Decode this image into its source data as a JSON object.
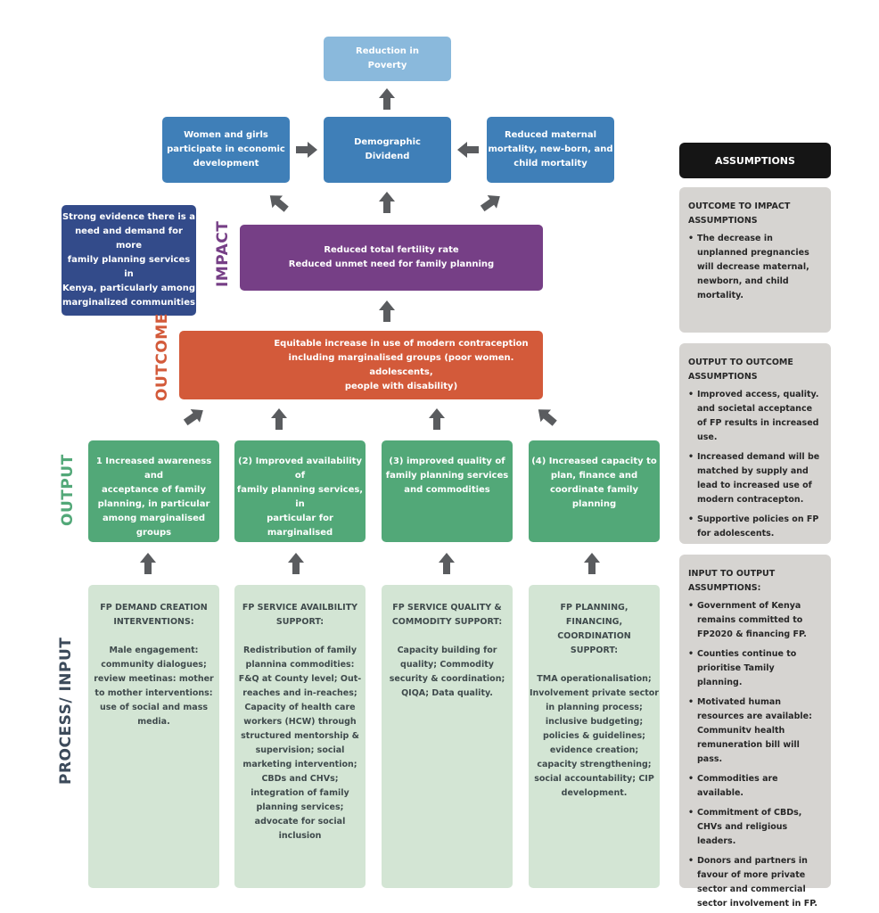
{
  "colors": {
    "impact_upper_blue": "#3f7fb8",
    "poverty_blue": "#8ab9dc",
    "evidence_navy": "#334b8a",
    "impact_purple": "#763f86",
    "outcome_orange": "#d35a3a",
    "output_green": "#52a878",
    "input_lightgreen": "#d3e5d4",
    "assumptions_header": "#151515",
    "assumptions_box": "#d6d4d1",
    "arrow_gray": "#5a5c5f"
  },
  "levels": {
    "impact_label": "IMPACT",
    "outcome_label": "OUTCOME",
    "output_label": "OUTPUT",
    "input_label": "PROCESS/ INPUT"
  },
  "top": {
    "poverty": "Reduction in\nPoverty",
    "women": "Women and girls\nparticipate in economic\ndevelopment",
    "dividend": "Demographic\nDividend",
    "mortality": "Reduced maternal\nmortality, new-born, and\nchild mortality"
  },
  "evidence": "Strong evidence there is a\nneed and demand for more\nfamily planning services in\nKenya, particularly among\nmarginalized communities",
  "impact": "Reduced total fertility rate\nReduced unmet need for family planning",
  "outcome": "Equitable increase in use of modern contraception\nincluding marginalised groups (poor women. adolescents,\npeople with disability)",
  "outputs": [
    "1 Increased awareness and\nacceptance of family\nplanning, in particular\namong marginalised\ngroups",
    "(2) Improved availability of\nfamily planning services, in\nparticular for marginalised\ngroups",
    "(3) improved quality of\nfamily planning services\nand commodities",
    "(4) Increased capacity to\nplan, finance and\ncoordinate family planning"
  ],
  "inputs": [
    {
      "heading": "FP DEMAND CREATION\nINTERVENTIONS:",
      "body": "Male engagement:\ncommunity dialogues;\nreview meetinas: mother\nto mother interventions:\nuse of social and mass\nmedia."
    },
    {
      "heading": "FP SERVICE AVAILBILITY\nSUPPORT:",
      "body": "Redistribution of family\nplannina commodities:\nF&Q at County level; Out-\nreaches and in-reaches;\nCapacity of health care\nworkers (HCW) through\nstructured mentorship &\nsupervision; social\nmarketing intervention;\nCBDs and CHVs;\nintegration of family\nplanning services;\nadvocate for social\ninclusion"
    },
    {
      "heading": "FP SERVICE QUALITY &\nCOMMODITY SUPPORT:",
      "body": "Capacity building for\nquality; Commodity\nsecurity & coordination;\nQIQA; Data quality."
    },
    {
      "heading": "FP PLANNING,\nFINANCING,\nCOORDINATION\nSUPPORT:",
      "body": "TMA operationalisation;\nInvolvement private sector\nin planning process;\ninclusive budgeting;\npolicies & guidelines;\nevidence creation;\ncapacity strengthening;\nsocial accountability; CIP\ndevelopment."
    }
  ],
  "assumptions": {
    "header": "ASSUMPTIONS",
    "groups": [
      {
        "title": "OUTCOME TO IMPACT\nASSUMPTIONS",
        "items": [
          "The decrease in unplanned pregnancies will decrease maternal, newborn, and child mortality."
        ]
      },
      {
        "title": "OUTPUT TO OUTCOME\nASSUMPTIONS",
        "items": [
          "Improved access, quality. and societal acceptance of FP results in increased use.",
          "Increased demand will be matched by supply and lead to increased use of modern contracepton.",
          "Supportive policies on FP for adolescents."
        ]
      },
      {
        "title": "INPUT TO OUTPUT\nASSUMPTIONS:",
        "items": [
          "Government of Kenya remains committed to FP2020 & financing FP.",
          "Counties continue to prioritise Tamily planning.",
          "Motivated human resources are available: Communitv health remuneration bill will pass.",
          "Commodities are available.",
          "Commitment of CBDs, CHVs and religious leaders.",
          "Donors and partners in favour of more private sector and commercial sector involvement in FP."
        ]
      }
    ]
  }
}
